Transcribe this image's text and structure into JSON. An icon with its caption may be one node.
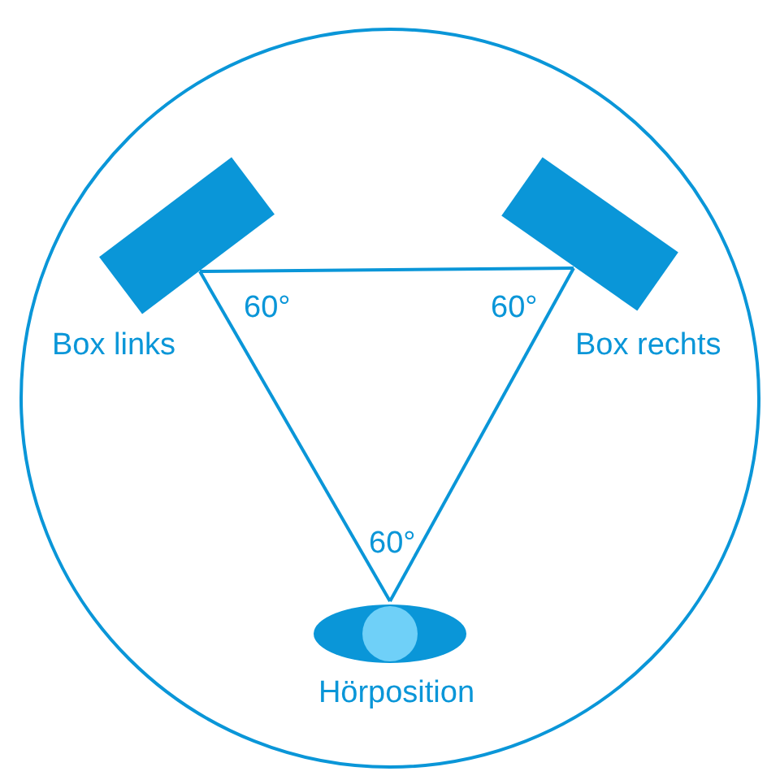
{
  "diagram": {
    "nodes": [
      {
        "text": [],
        "shape": "circle"
      },
      {
        "text": [
          "Box links"
        ],
        "in": 0
      },
      {
        "text": [
          "Box rechts"
        ],
        "in": 0
      },
      {
        "text": [
          "Hörposition"
        ],
        "in": 0
      }
    ],
    "edges": [
      {
        "from": 1,
        "to": 2,
        "arrow": "none"
      },
      {
        "from": 1,
        "to": 3,
        "arrow": "none"
      },
      {
        "from": 2,
        "to": 3,
        "arrow": "none"
      }
    ],
    "labels": [
      "60°",
      "60°",
      "60°"
    ]
  }
}
